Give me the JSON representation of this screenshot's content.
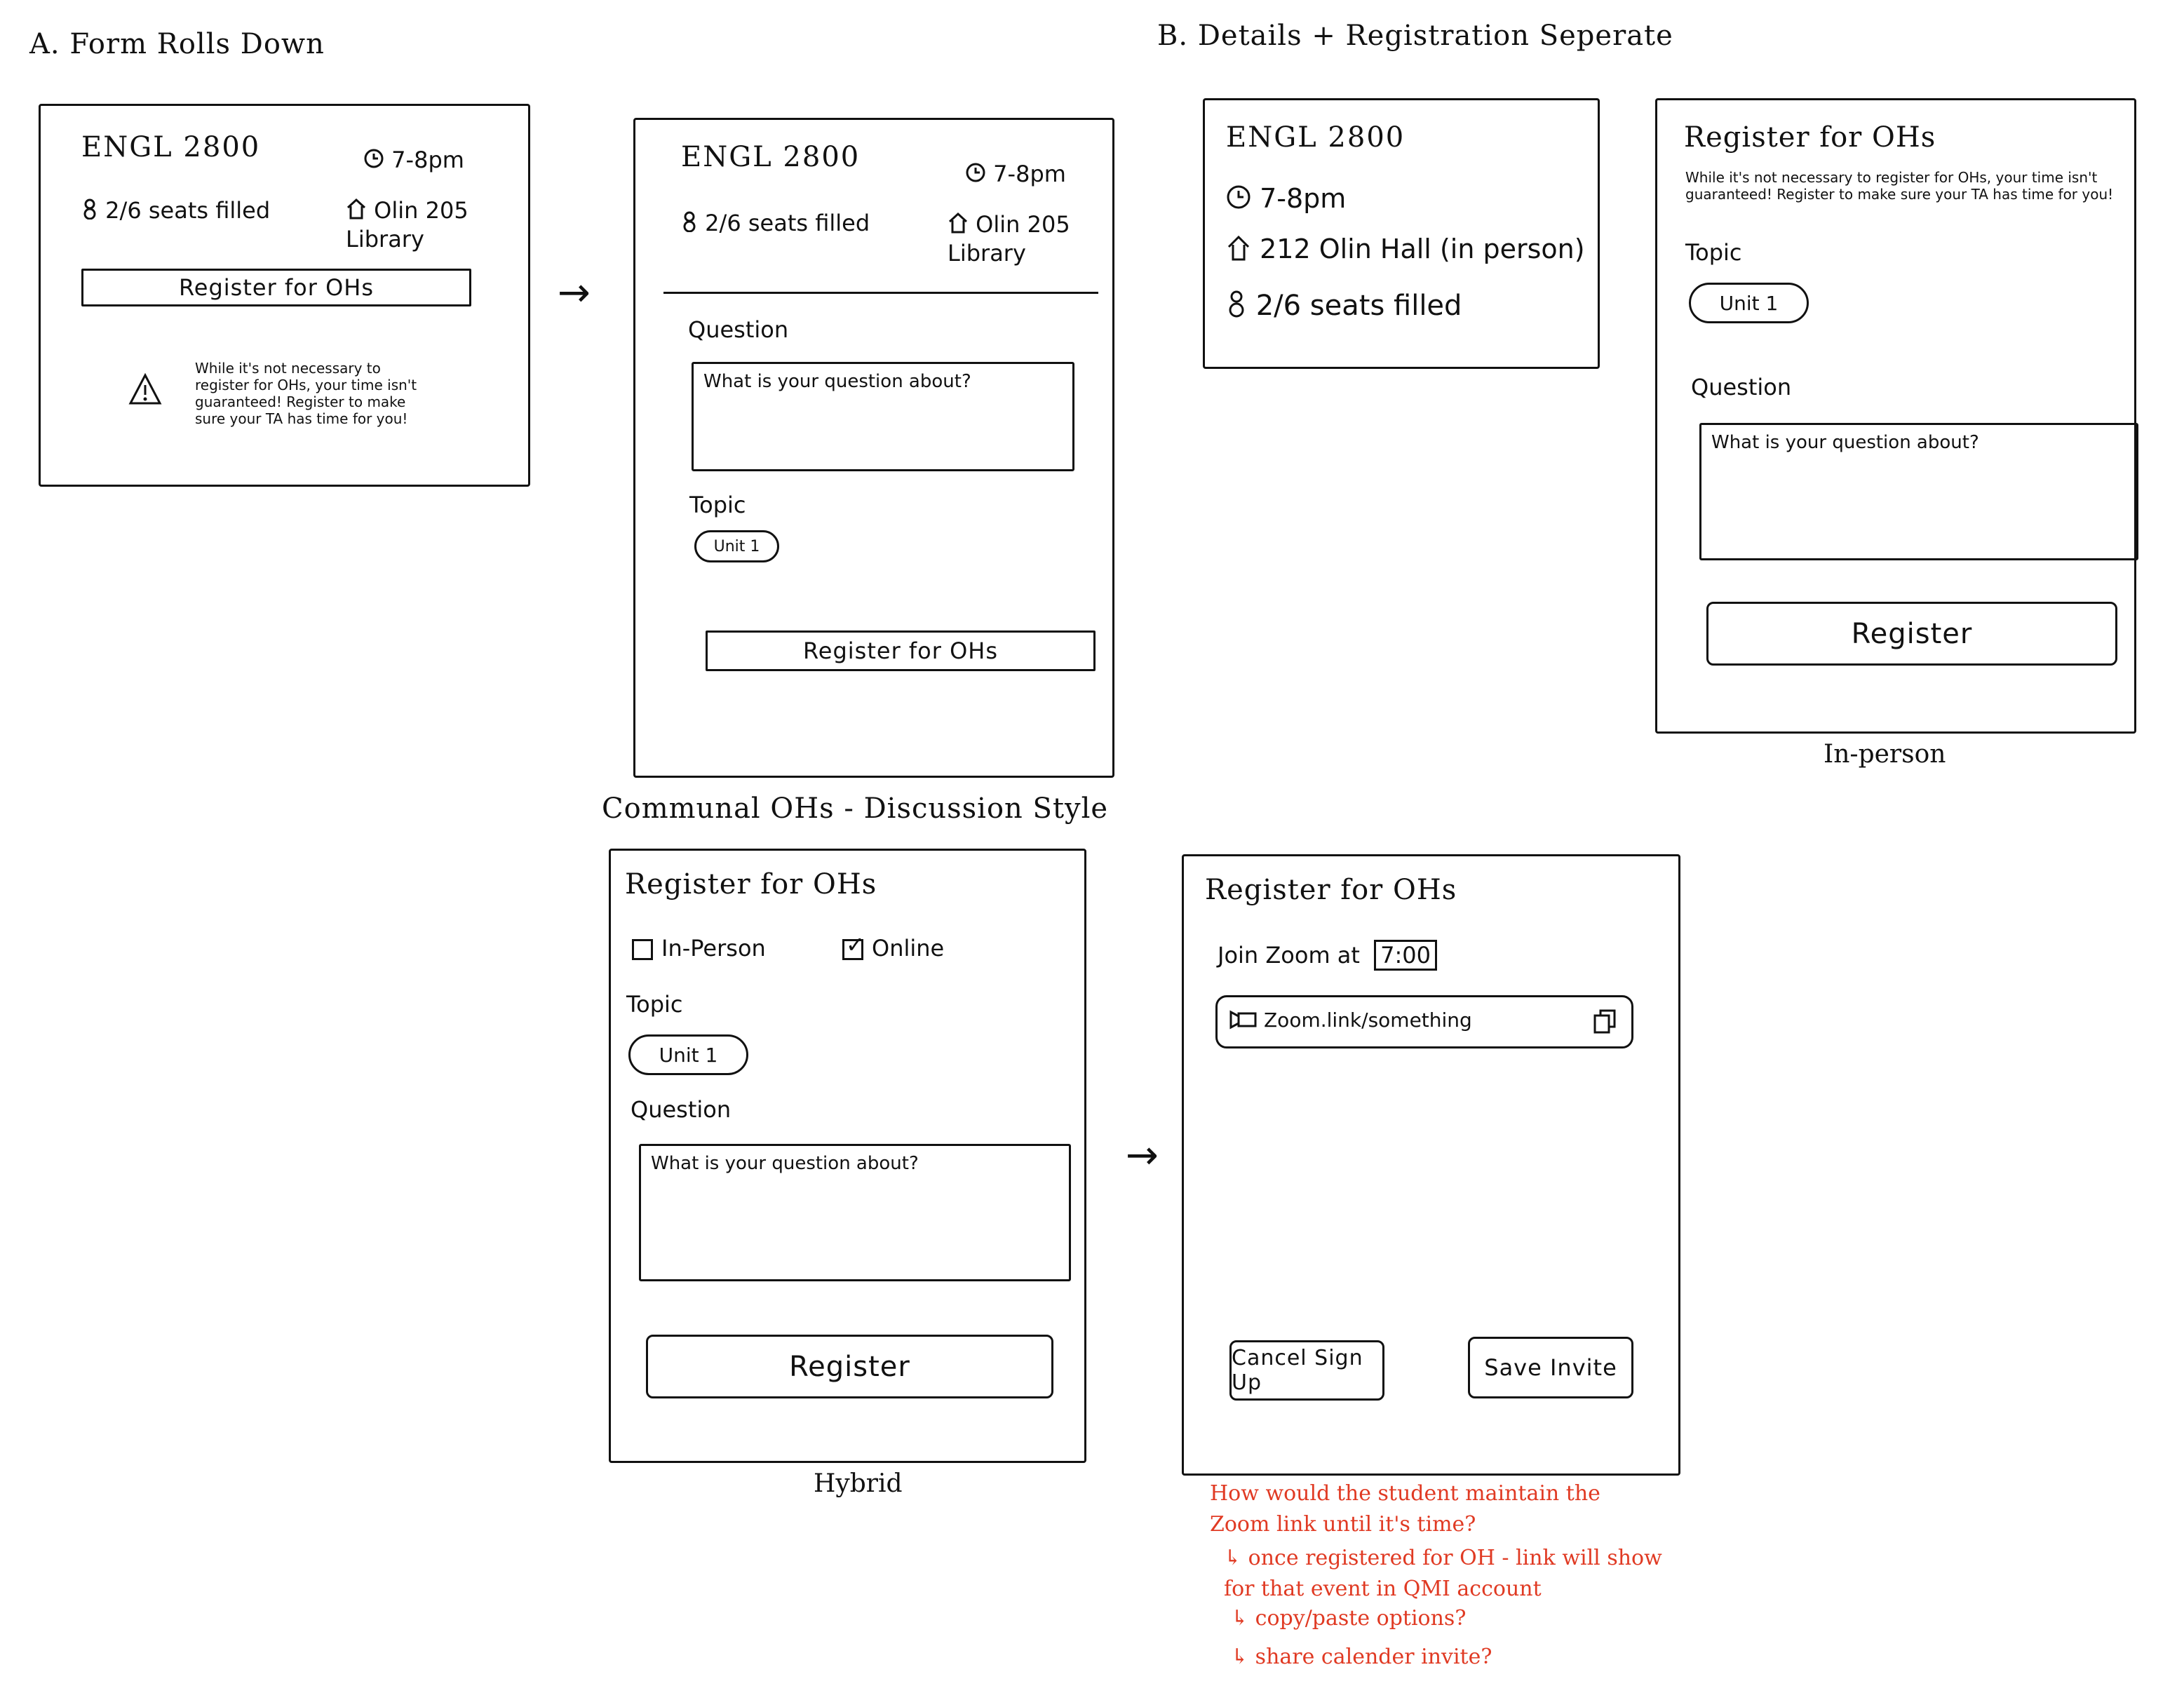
{
  "sections": {
    "a_title": "A. Form Rolls Down",
    "b_title": "B. Details + Registration Seperate",
    "communal_title": "Communal OHs - Discussion Style"
  },
  "frame_a1": {
    "course": "ENGL 2800",
    "time": "7-8pm",
    "seats": "2/6 seats filled",
    "location": "Olin 205 Library",
    "button": "Register for OHs",
    "notice": "While it's not necessary to register for OHs, your time isn't guaranteed! Register to make sure your TA has time for you!"
  },
  "frame_a2": {
    "course": "ENGL 2800",
    "time": "7-8pm",
    "seats": "2/6 seats filled",
    "location": "Olin 205 Library",
    "question_label": "Question",
    "question_placeholder": "What is your question about?",
    "topic_label": "Topic",
    "topic_value": "Unit 1",
    "button": "Register for OHs"
  },
  "frame_b1": {
    "course": "ENGL 2800",
    "time": "7-8pm",
    "location": "212 Olin Hall (in person)",
    "seats": "2/6 seats filled"
  },
  "frame_b2": {
    "title": "Register for OHs",
    "notice": "While it's not necessary to register for OHs, your time isn't guaranteed! Register to make sure your TA has time for you!",
    "topic_label": "Topic",
    "topic_value": "Unit 1",
    "question_label": "Question",
    "question_placeholder": "What is your question about?",
    "button": "Register",
    "caption": "In-person"
  },
  "frame_c1": {
    "title": "Register for OHs",
    "option_inperson": "In-Person",
    "option_online": "Online",
    "topic_label": "Topic",
    "topic_value": "Unit 1",
    "question_label": "Question",
    "question_placeholder": "What is your question about?",
    "button": "Register",
    "caption": "Hybrid"
  },
  "frame_c2": {
    "title": "Register for OHs",
    "join_label": "Join Zoom at",
    "join_time": "7:00",
    "zoom_link": "Zoom.link/something",
    "cancel_button": "Cancel Sign Up",
    "save_button": "Save Invite"
  },
  "notes": {
    "q1": "How would the student maintain the Zoom link until it's time?",
    "n1": "↳ once registered for OH - link will show for that event in QMI account",
    "n2": "↳ copy/paste options?",
    "n3": "↳ share calender invite?"
  },
  "arrow": "→"
}
